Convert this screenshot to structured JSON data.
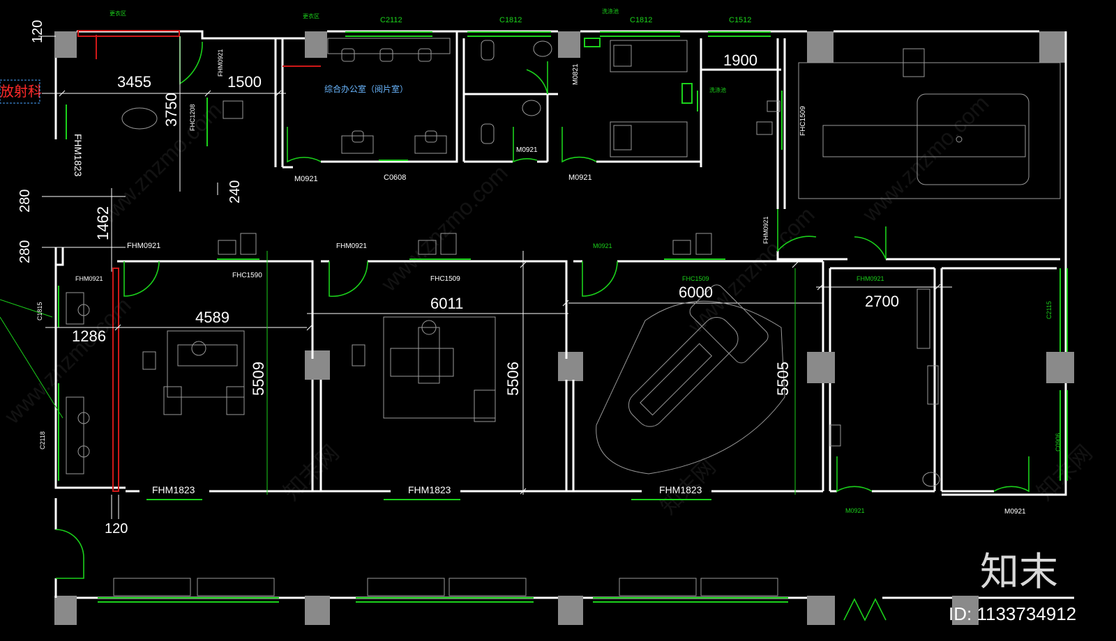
{
  "dimensions": {
    "d120_top": "120",
    "d3455": "3455",
    "d1500": "1500",
    "d3750": "3750",
    "d240": "240",
    "d1900": "1900",
    "d280a": "280",
    "d280b": "280",
    "d1462": "1462",
    "d4589": "4589",
    "d1286": "1286",
    "d6011": "6011",
    "d6000": "6000",
    "d2700": "2700",
    "d5509": "5509",
    "d5506": "5506",
    "d5505": "5505",
    "d120_bot": "120"
  },
  "labels": {
    "dept": "放射科",
    "office": "综合办公室（阅片室）",
    "c2112": "C2112",
    "c1812a": "C1812",
    "c1812b": "C1812",
    "c1512": "C1512",
    "m0921_a": "M0921",
    "c0608": "C0608",
    "m0921_b": "M0921",
    "m0921_c": "M0921",
    "m0821": "M0821",
    "fhm0921_v": "FHM0921",
    "fhc1208": "FHC1208",
    "fhm1823_v": "FHM1823",
    "fhc1509_v": "FHC1509",
    "fhm0921_v2": "FHM0921",
    "fhm0921_1": "FHM0921",
    "fhm0921_2": "FHM0921",
    "fhm0921_3": "FHM0921",
    "fhc1590": "FHC1590",
    "fhc1509_1": "FHC1509",
    "m0921_d": "M0921",
    "fhc1509_g": "FHC1509",
    "fhm0921_g": "FHM0921",
    "c1815": "C1815",
    "c2118": "C2118",
    "c2115": "C2115",
    "c0906": "C0906",
    "fhm1823_1": "FHM1823",
    "fhm1823_2": "FHM1823",
    "fhm1823_3": "FHM1823",
    "m0921_e": "M0921",
    "m0921_f": "M0921",
    "tiny1": "更衣区",
    "tiny2": "更衣区",
    "tiny3": "洗涤池",
    "tiny4": "洗涤池"
  },
  "watermark": {
    "site": "www.znzmo.com",
    "cn": "知末网"
  },
  "branding": {
    "logo": "知末",
    "id": "ID: 1133734912"
  },
  "colors": {
    "background": "#000000",
    "wall": "#ffffff",
    "window": "#1bd11b",
    "accent": "#d01818",
    "column": "#8a8a8a"
  }
}
